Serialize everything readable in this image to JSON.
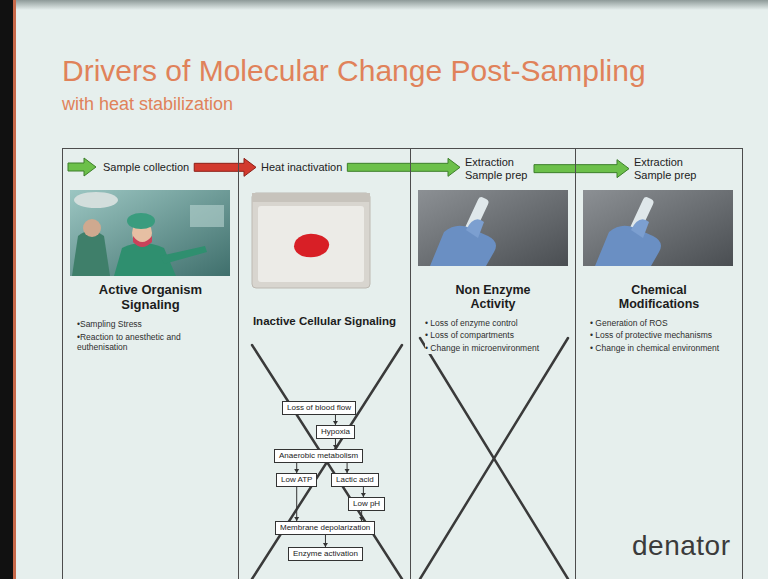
{
  "diagram": {
    "title": "Drivers of Molecular Change Post-Sampling",
    "nodes": [
      {
        "text": [
          "Active Organism Signaling",
          "•Sampling Stress",
          "•Reaction to anesthetic and euthenisation"
        ]
      },
      {
        "text": [
          "Sample collection"
        ],
        "in": 0
      },
      {
        "text": [
          "Inactive Cellular Signaling"
        ]
      },
      {
        "text": [
          "Heat inactivation"
        ],
        "in": 2
      },
      {
        "text": [
          "Loss of blood flow"
        ],
        "in": 2
      },
      {
        "text": [
          "Hypoxia"
        ],
        "in": 2
      },
      {
        "text": [
          "Anaerobic metabolism"
        ],
        "in": 2
      },
      {
        "text": [
          "Low ATP"
        ],
        "in": 2
      },
      {
        "text": [
          "Lactic acid"
        ],
        "in": 2
      },
      {
        "text": [
          "Low pH"
        ],
        "in": 2
      },
      {
        "text": [
          "Membrane depolarization"
        ],
        "in": 2
      },
      {
        "text": [
          "Enzyme activation"
        ],
        "in": 2
      },
      {
        "text": [
          "Non Enzyme Activity",
          "• Loss of enzyme control",
          "• Loss of compartments",
          "• Change in microenvironment"
        ]
      },
      {
        "text": [
          "Extraction Sample prep"
        ],
        "in": 12
      },
      {
        "text": [
          "Chemical Modifications",
          "• Generation of ROS",
          "• Loss of protective mechanisms",
          "• Change in chemical environment"
        ]
      },
      {
        "text": [
          "Extraction Sample prep"
        ],
        "in": 14
      }
    ],
    "edges": [
      {
        "from": 1,
        "to": 3,
        "arrow": "to"
      },
      {
        "from": 3,
        "to": 13,
        "arrow": "to"
      },
      {
        "from": 13,
        "to": 15,
        "arrow": "to"
      },
      {
        "from": 4,
        "to": 5,
        "arrow": "to"
      },
      {
        "from": 5,
        "to": 6,
        "arrow": "to"
      },
      {
        "from": 6,
        "to": 7,
        "arrow": "to"
      },
      {
        "from": 6,
        "to": 8,
        "arrow": "to"
      },
      {
        "from": 8,
        "to": 9,
        "arrow": "to"
      },
      {
        "from": 7,
        "to": 10,
        "arrow": "to"
      },
      {
        "from": 9,
        "to": 10,
        "arrow": "to"
      },
      {
        "from": 10,
        "to": 11,
        "arrow": "to"
      }
    ],
    "labels": [
      "with heat stabilization",
      "denator"
    ]
  }
}
